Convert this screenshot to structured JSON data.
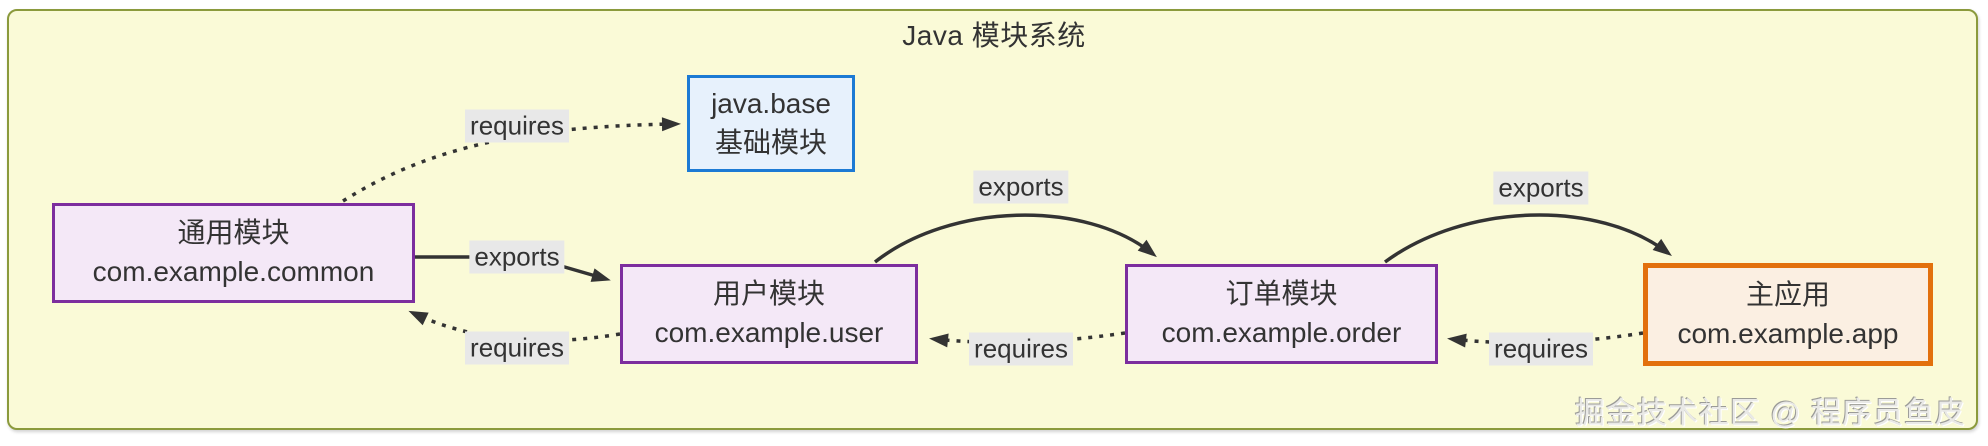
{
  "title": "Java 模块系统",
  "watermark": "掘金技术社区 @ 程序员鱼皮",
  "colors": {
    "panel_bg": "#FAFAD7",
    "panel_border": "#8B9A3C",
    "purple_border": "#7C2D9E",
    "purple_fill": "#F4E8F7",
    "blue_border": "#1C7AD4",
    "blue_fill": "#E7F1FC",
    "orange_border": "#E2700D",
    "orange_fill": "#FBEFE2",
    "edge_color": "#333333",
    "edge_label_bg": "#E8E8E8",
    "text_color": "#333333"
  },
  "nodes": [
    {
      "id": "common",
      "line1": "通用模块",
      "line2": "com.example.common",
      "style": "purple"
    },
    {
      "id": "base",
      "line1": "java.base",
      "line2": "基础模块",
      "style": "blue"
    },
    {
      "id": "user",
      "line1": "用户模块",
      "line2": "com.example.user",
      "style": "purple"
    },
    {
      "id": "order",
      "line1": "订单模块",
      "line2": "com.example.order",
      "style": "purple"
    },
    {
      "id": "app",
      "line1": "主应用",
      "line2": "com.example.app",
      "style": "orange"
    }
  ],
  "edges": [
    {
      "from": "common",
      "to": "base",
      "label": "requires",
      "style": "dashed"
    },
    {
      "from": "common",
      "to": "user",
      "label": "exports",
      "style": "solid"
    },
    {
      "from": "user",
      "to": "common",
      "label": "requires",
      "style": "dashed"
    },
    {
      "from": "user",
      "to": "order",
      "label": "exports",
      "style": "solid"
    },
    {
      "from": "order",
      "to": "user",
      "label": "requires",
      "style": "dashed"
    },
    {
      "from": "order",
      "to": "app",
      "label": "exports",
      "style": "solid"
    },
    {
      "from": "app",
      "to": "order",
      "label": "requires",
      "style": "dashed"
    }
  ]
}
